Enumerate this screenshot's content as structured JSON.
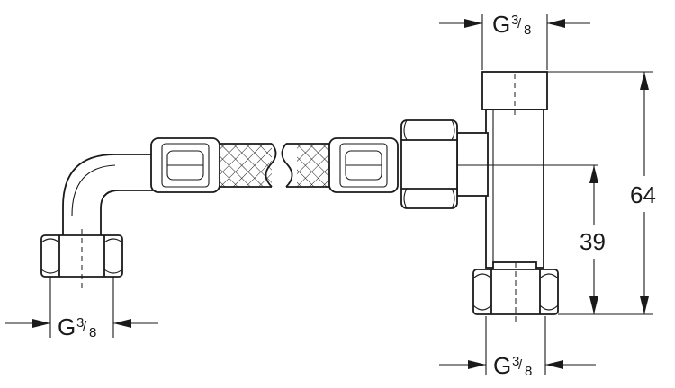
{
  "dimensions": {
    "top_thread": {
      "main": "G",
      "fraction_num": "3",
      "fraction_den": "8"
    },
    "left_thread": {
      "main": "G",
      "fraction_num": "3",
      "fraction_den": "8"
    },
    "bottom_thread": {
      "main": "G",
      "fraction_num": "3",
      "fraction_den": "8"
    },
    "height_total": "64",
    "height_branch": "39"
  },
  "icons": [
    "flex-hose",
    "hex-nut",
    "tee-fitting"
  ]
}
